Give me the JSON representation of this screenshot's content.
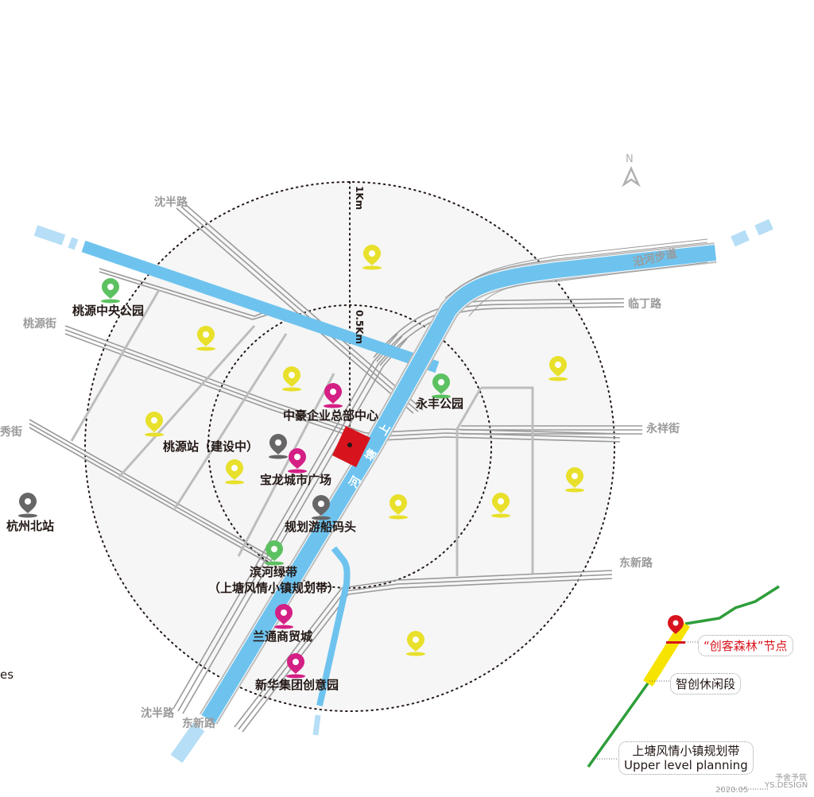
{
  "map": {
    "north_label": "N",
    "colors": {
      "river": "#6ec3ee",
      "river_faded": "#b6def6",
      "road": "#9a9a9a",
      "zone_fill": "#f6f6f6",
      "site": "#d7141d",
      "pin_yellow": "#e8e02a",
      "pin_green": "#5cc160",
      "pin_magenta": "#d41f85",
      "pin_gray": "#666666",
      "pin_red": "#d7141d",
      "legend_green_line": "#2e9e3a",
      "legend_yellow_segment": "#f6e400"
    },
    "scale_rings": [
      {
        "label": "1Km"
      },
      {
        "label": "0.5Km"
      }
    ],
    "river_name": [
      "上",
      "塘",
      "河"
    ],
    "roads": [
      {
        "label": "沈半路"
      },
      {
        "label": "桃源街"
      },
      {
        "label": "秀街"
      },
      {
        "label": "沿河步道"
      },
      {
        "label": "临丁路"
      },
      {
        "label": "永祥街"
      },
      {
        "label": "东新路"
      },
      {
        "label": "沈半路"
      },
      {
        "label": "东新路"
      }
    ],
    "pois": [
      {
        "label": "桃源中央公园",
        "type": "park"
      },
      {
        "label": "中豪企业总部中心",
        "type": "commercial"
      },
      {
        "label": "永丰公园",
        "type": "park"
      },
      {
        "label": "桃源站（建设中）",
        "type": "transit"
      },
      {
        "label": "宝龙城市广场",
        "type": "commercial"
      },
      {
        "label": "规划游船码头",
        "type": "transit"
      },
      {
        "label": "杭州北站",
        "type": "transit"
      },
      {
        "label": "滨河绿带",
        "type": "park"
      },
      {
        "label": "（上塘风情小镇规划带）",
        "type": "park"
      },
      {
        "label": "兰通商贸城",
        "type": "commercial"
      },
      {
        "label": "新华集团创意园",
        "type": "commercial"
      }
    ],
    "edge_text": "es"
  },
  "legend": {
    "node": "“创客森林”节点",
    "segment": "智创休闲段",
    "band_cn": "上塘风情小镇规划带",
    "band_en": "Upper level planning"
  },
  "credit": {
    "cn": "予舍予筑",
    "en": "YS.DESIGN",
    "date": "2020.05"
  }
}
